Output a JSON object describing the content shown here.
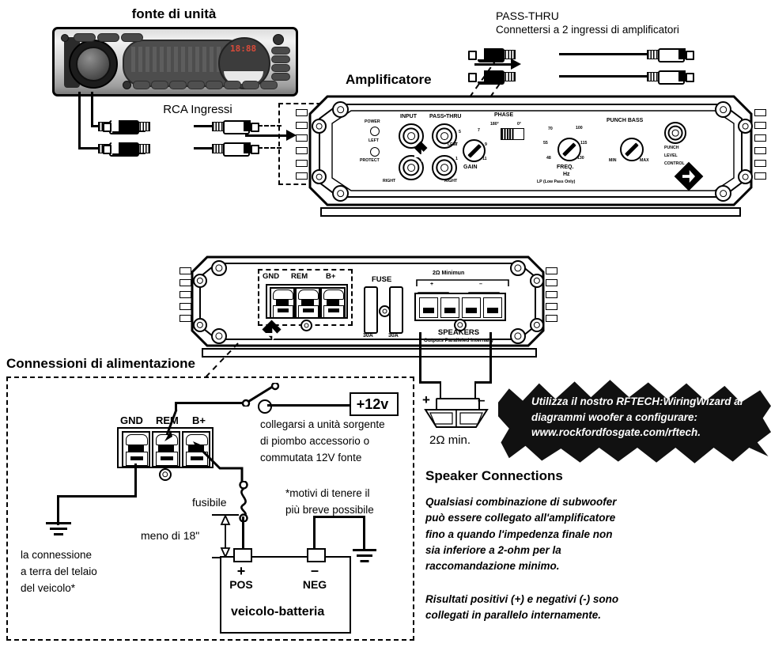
{
  "head_unit": {
    "title": "fonte di unità",
    "display_digits": "18:88"
  },
  "rca": {
    "label": "RCA Ingressi"
  },
  "pass_thru": {
    "title": "PASS-THRU",
    "subtitle": "Connettersi a 2 ingressi di amplificatori"
  },
  "amplifier": {
    "title": "Amplificatore",
    "panel": {
      "power_led": "POWER",
      "protect_led": "PROTECT",
      "input": "INPUT",
      "pass_thru": "PASS•THRU",
      "input_left": "LEFT",
      "input_right": "RIGHT",
      "pt_left": "LEFT",
      "pt_right": "RIGHT",
      "gain_label": "GAIN",
      "gain_ticks": [
        "5",
        "7",
        "3",
        "9",
        "1",
        "11"
      ],
      "phase_label": "PHASE",
      "phase_left": "180°",
      "phase_right": "0°",
      "freq_label_1": "FREQ.",
      "freq_label_2": "Hz",
      "freq_label_3": "LP (Low Pass Only)",
      "freq_ticks": [
        "70",
        "100",
        "55",
        "115",
        "48",
        "130"
      ],
      "punch_bass_label": "PUNCH BASS",
      "punch_bass_min": "MIN",
      "punch_bass_max": "MAX",
      "punch_level_1": "PUNCH",
      "punch_level_2": "LEVEL",
      "punch_level_3": "CONTROL"
    },
    "rear": {
      "gnd": "GND",
      "rem": "REM",
      "bplus": "B+",
      "fuse": "FUSE",
      "fuse_rating_1": "30A",
      "fuse_rating_2": "30A",
      "ohm_min": "2Ω Minimun",
      "plus": "+",
      "minus": "–",
      "speakers": "SPEAKERS",
      "speakers_note": "Outputs Paralleled Internally"
    }
  },
  "power_panel": {
    "title": "Connessioni di alimentazione",
    "gnd": "GND",
    "rem": "REM",
    "bplus": "B+",
    "plus12v": "+12v",
    "acc_note": "collegarsi a unità sorgente\ndi piombo accessorio o\ncommutata 12V fonte",
    "fuse_label": "fusibile",
    "short_note": "*motivi di tenere il\npiù breve possibile",
    "length_note": "meno di 18\"",
    "chassis_note": "la connessione\na terra del telaio\ndel veicolo*",
    "battery_pos_sign": "+",
    "battery_pos": "POS",
    "battery_neg_sign": "–",
    "battery_neg": "NEG",
    "battery_label": "veicolo-batteria"
  },
  "speaker_section": {
    "plus": "+",
    "minus": "–",
    "impedance": "2Ω min.",
    "burst": "Utilizza il nostro RFTECH:WiringWizard\nai diagrammi woofer a configurare:\nwww.rockfordfosgate.com/rftech.",
    "heading": "Speaker Connections",
    "body1": "Qualsiasi combinazione di subwoofer\npuò essere collegato all'amplificatore\nfino a quando l'impedenza finale non\nsia inferiore a 2-ohm per la\nraccomandazione minimo.",
    "body2": "Risultati positivi (+) e negativi (-) sono\ncollegati in parallelo internamente."
  }
}
